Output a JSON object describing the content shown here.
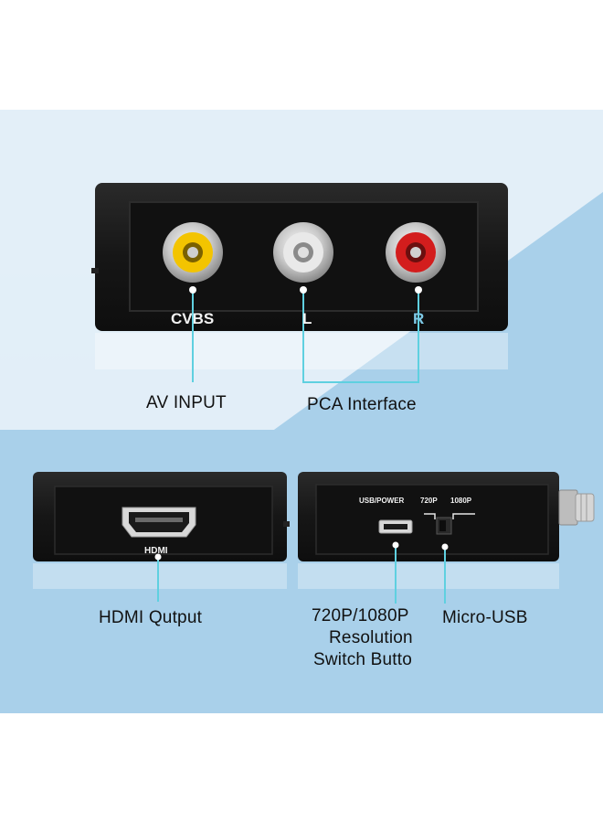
{
  "top_device": {
    "ports": {
      "cvbs": "CVBS",
      "left": "L",
      "right": "R"
    },
    "callouts": {
      "av_input": "AV INPUT",
      "pca_interface": "PCA Interface"
    }
  },
  "hdmi_device": {
    "port_label": "HDMI",
    "callout": "HDMI Qutput"
  },
  "usb_device": {
    "labels": {
      "usb_power": "USB/POWER",
      "p720": "720P",
      "p1080": "1080P"
    },
    "callouts": {
      "resolution_line1": "720P/1080P",
      "resolution_line2": "Resolution",
      "resolution_line3": "Switch Butto",
      "micro_usb": "Micro-USB"
    }
  },
  "colors": {
    "background_light_blue": "#cfe4f3",
    "background_blue": "#a9d0ea",
    "device_body": "#1c1c1c",
    "callout_line": "#5fd0e0",
    "jack_yellow": "#f3c400",
    "jack_white": "#e6e6e6",
    "jack_red": "#d31d1d"
  }
}
